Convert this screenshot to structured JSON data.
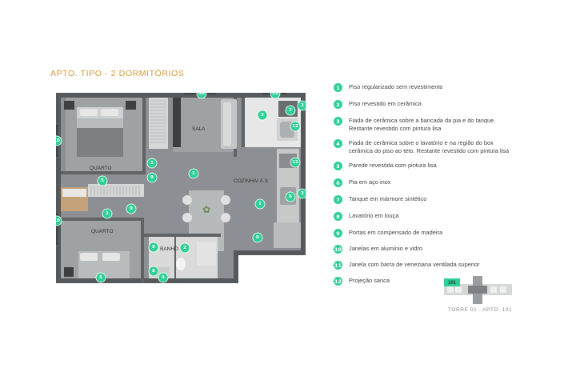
{
  "title": "APTO. TIPO  -  2 DORMITÓRIOS",
  "rooms": {
    "quarto_1": "QUARTO",
    "quarto_2": "QUARTO",
    "sala": "SALA",
    "cozinha": "COZINHA/ A.S",
    "banho": "BANHO"
  },
  "legend": [
    {
      "num": "1",
      "text": "Piso regularizado sem revestimento"
    },
    {
      "num": "2",
      "text": "Piso revestido em cerâmica"
    },
    {
      "num": "3",
      "text": "Fiada de cerâmica sobre a bancada da pia e do tanque.\nRestante revestido com pintura lisa"
    },
    {
      "num": "4",
      "text": "Fiada de cerâmica sobre o lavatório e na região do box\ncerâmica do piso ao teto. Restante revestido com pintura lisa"
    },
    {
      "num": "5",
      "text": "Parede revestida com pintura lisa"
    },
    {
      "num": "6",
      "text": "Pia em aço inox"
    },
    {
      "num": "7",
      "text": "Tanque em mármore sintético"
    },
    {
      "num": "8",
      "text": "Lavatório em louça"
    },
    {
      "num": "9",
      "text": "Portas em compensado de madeira"
    },
    {
      "num": "10",
      "text": "Janelas em alumínio e vidro"
    },
    {
      "num": "11",
      "text": "Janela com barra de veneziana ventilada superior"
    },
    {
      "num": "12",
      "text": "Projeção sanca"
    }
  ],
  "keyplan": {
    "unit": "101"
  },
  "caption": "TORRE 01 - APTO. 101",
  "colors": {
    "accent": "#2fd095",
    "title": "#d8983a",
    "wall": "#5f6366",
    "floor": "#8c9094"
  }
}
